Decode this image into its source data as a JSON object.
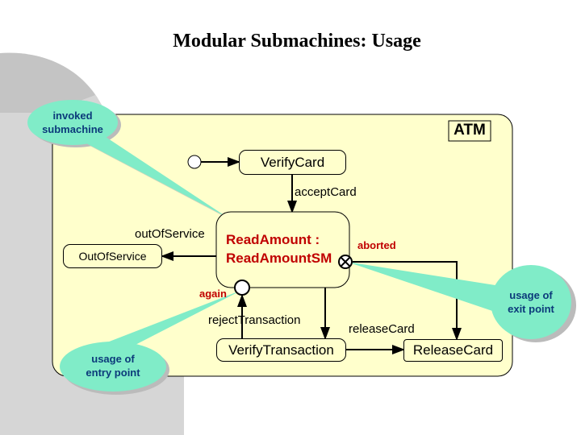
{
  "title": "Modular Submachines: Usage",
  "machine": "ATM",
  "states": {
    "verify_card": "VerifyCard",
    "read_amount_line1": "ReadAmount :",
    "read_amount_line2": "ReadAmountSM",
    "out_of_service": "OutOfService",
    "verify_transaction": "VerifyTransaction",
    "release_card": "ReleaseCard"
  },
  "transitions": {
    "accept_card": "acceptCard",
    "out_of_service": "outOfService",
    "reject_transaction": "rejectTransaction",
    "release_card": "releaseCard"
  },
  "points": {
    "exit": "aborted",
    "entry": "again"
  },
  "callouts": {
    "invoked": [
      "invoked",
      "submachine"
    ],
    "exit": [
      "usage of",
      "exit point"
    ],
    "entry": [
      "usage of",
      "entry point"
    ]
  },
  "colors": {
    "panel": "#ffffcc",
    "callout": "#80ecc8",
    "red": "#c00000",
    "callout_text": "#0b3a7a"
  }
}
